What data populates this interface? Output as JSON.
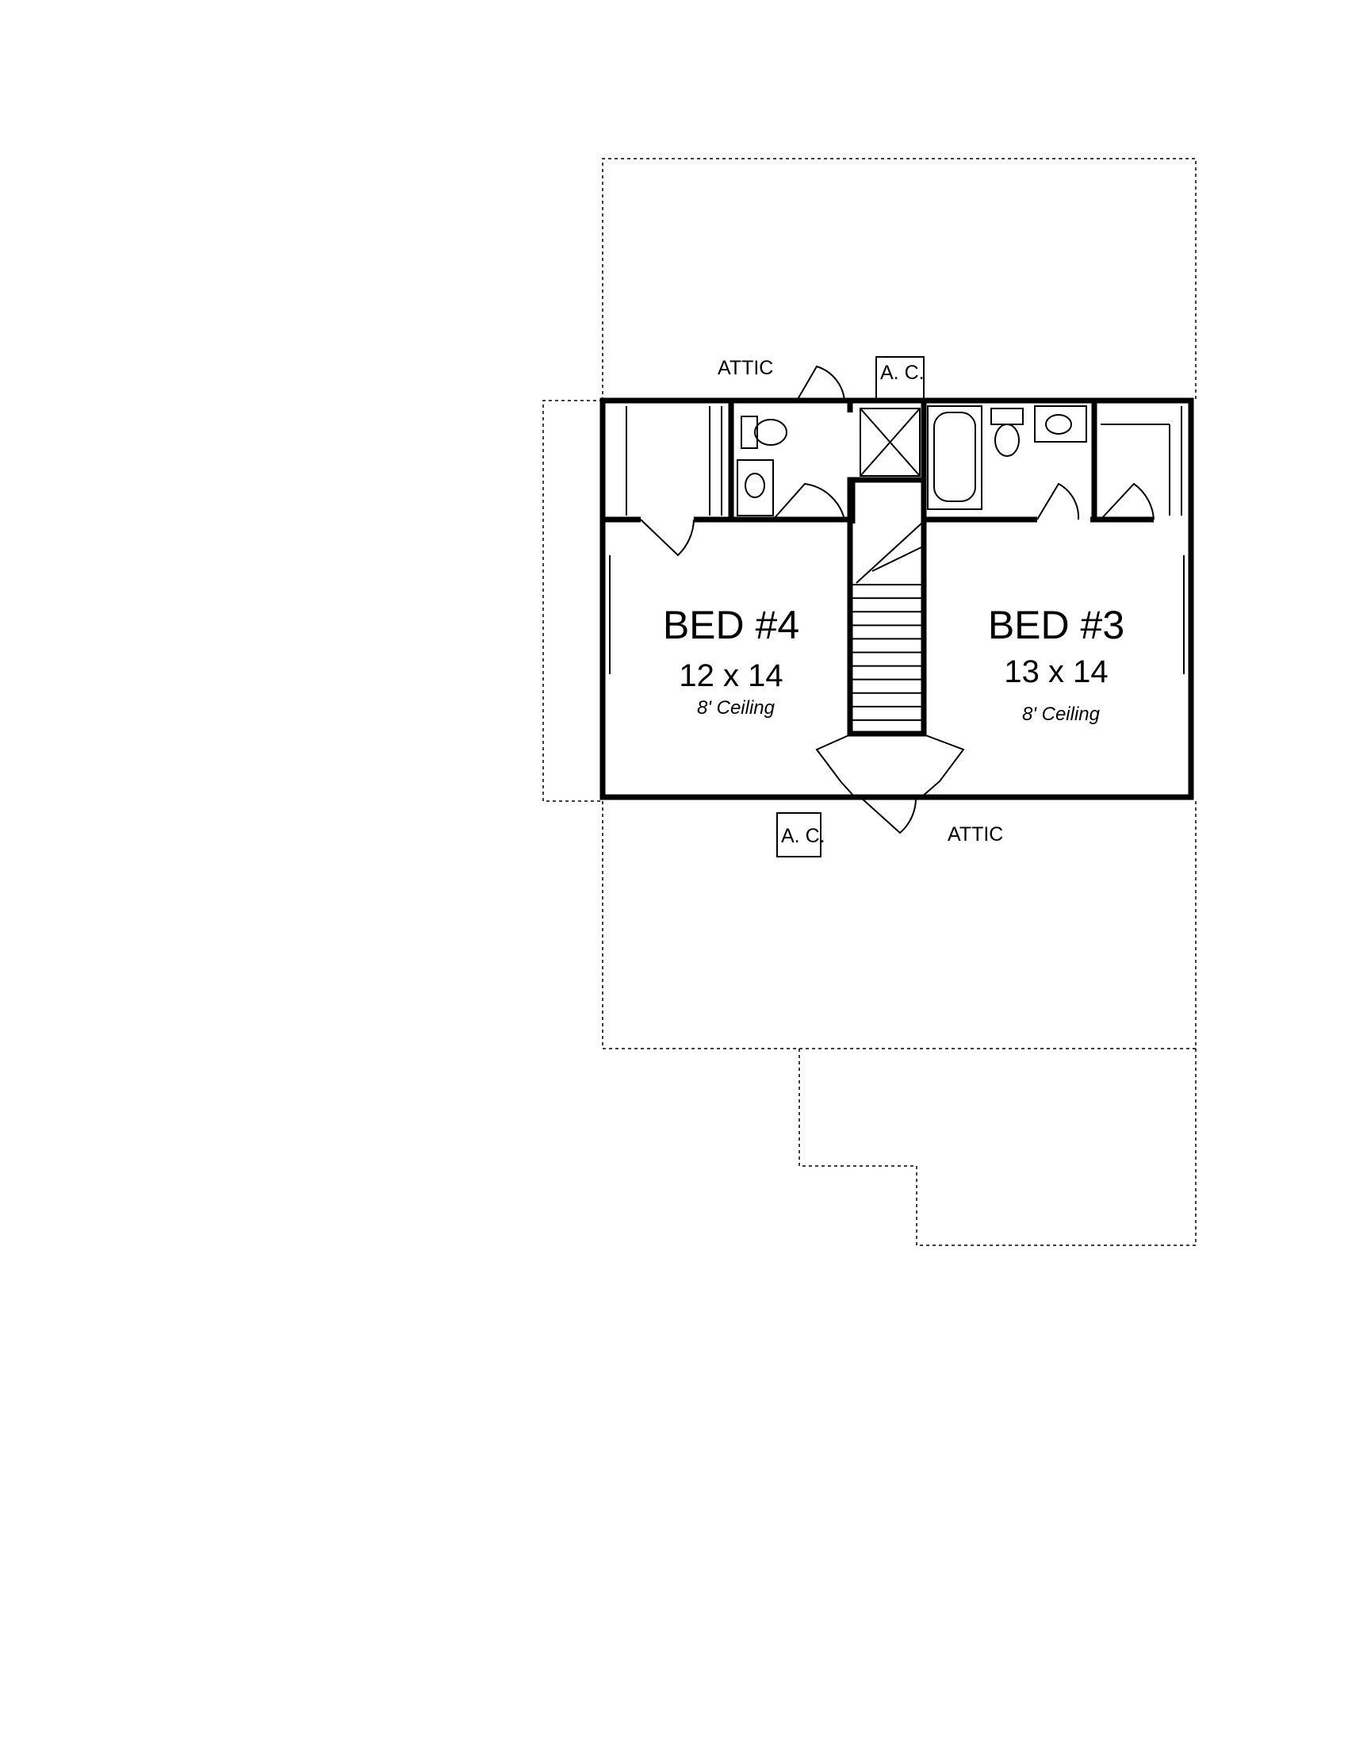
{
  "rooms": [
    {
      "name": "BED #4",
      "size": "12 x 14",
      "ceiling": "8' Ceiling"
    },
    {
      "name": "BED #3",
      "size": "13 x 14",
      "ceiling": "8' Ceiling"
    }
  ],
  "labels": {
    "attic_top": "ATTIC",
    "attic_bottom": "ATTIC",
    "ac_top": "A. C.",
    "ac_bottom": "A. C."
  },
  "stairs": {
    "treads": 12
  }
}
